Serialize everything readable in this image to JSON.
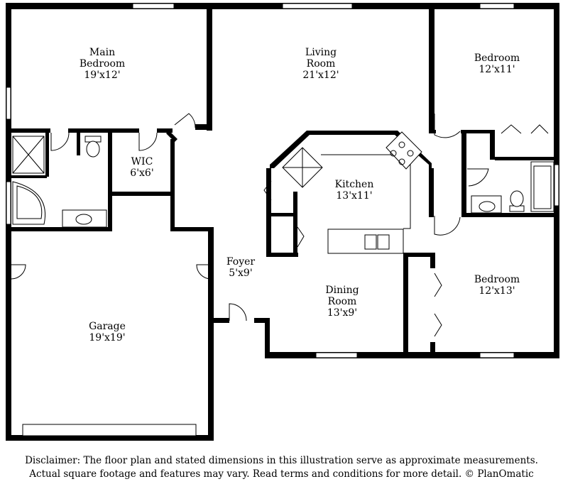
{
  "rooms": {
    "main_bedroom": {
      "name": "Main\nBedroom",
      "dims": "19'x12'"
    },
    "living_room": {
      "name": "Living\nRoom",
      "dims": "21'x12'"
    },
    "bedroom_ne": {
      "name": "Bedroom",
      "dims": "12'x11'"
    },
    "wic": {
      "name": "WIC",
      "dims": "6'x6'"
    },
    "kitchen": {
      "name": "Kitchen",
      "dims": "13'x11'"
    },
    "foyer": {
      "name": "Foyer",
      "dims": "5'x9'"
    },
    "garage": {
      "name": "Garage",
      "dims": "19'x19'"
    },
    "dining_room": {
      "name": "Dining\nRoom",
      "dims": "13'x9'"
    },
    "bedroom_se": {
      "name": "Bedroom",
      "dims": "12'x13'"
    }
  },
  "disclaimer": {
    "line1": "Disclaimer: The floor plan and stated dimensions in this illustration serve as approximate measurements.",
    "line2": "Actual square footage and features may vary. Read terms and conditions for more detail. © PlanOmatic"
  }
}
